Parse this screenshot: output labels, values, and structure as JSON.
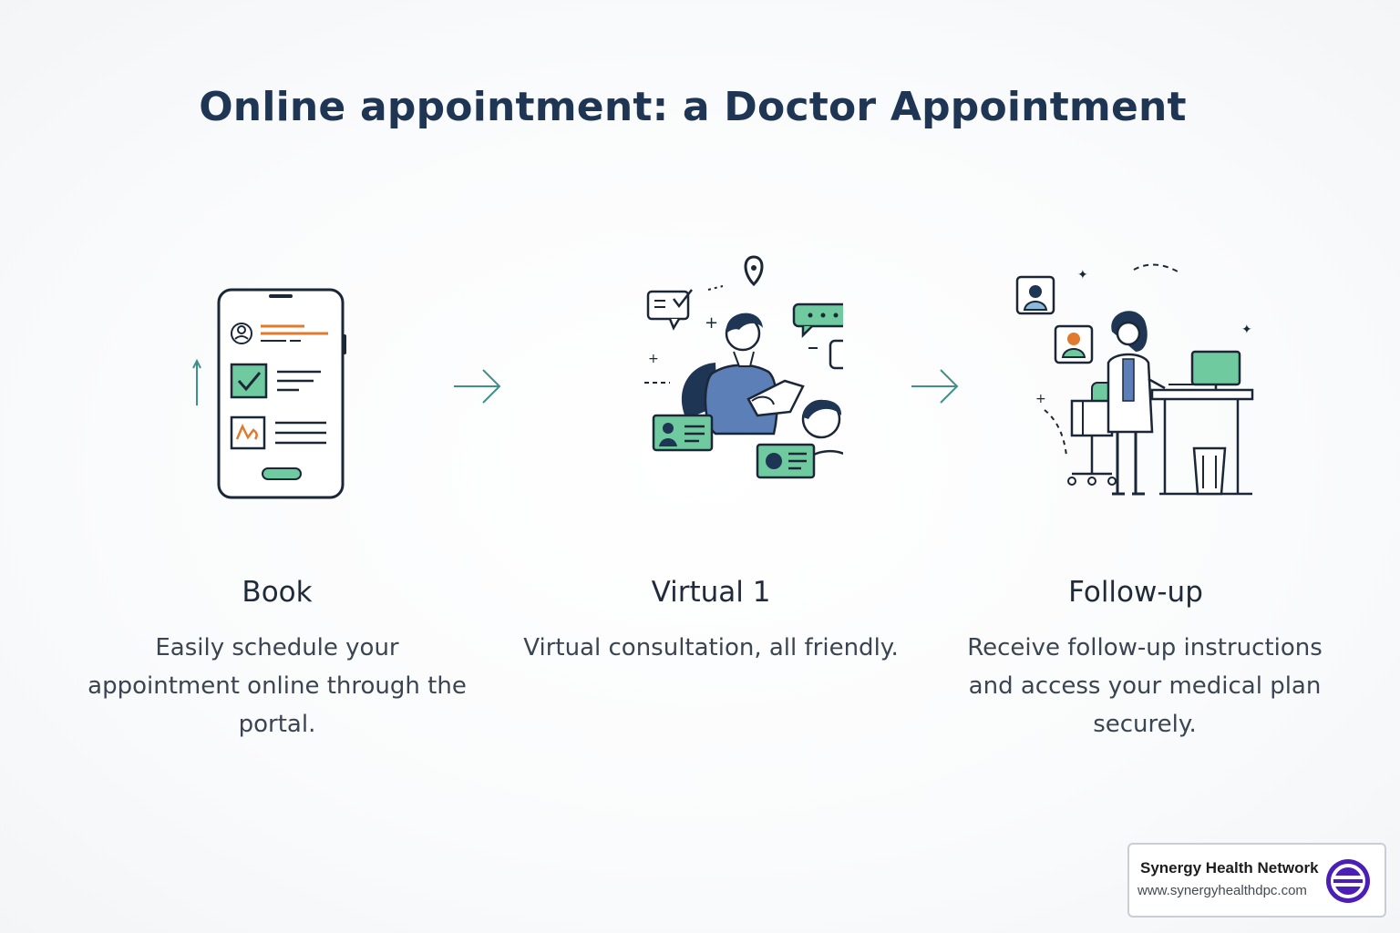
{
  "title": "Online appointment: a Doctor Appointment",
  "steps": [
    {
      "title": "Book",
      "description": "Easily schedule your appointment online through the portal.",
      "icon": "phone-booking-form-icon"
    },
    {
      "title": "Virtual 1",
      "description": "Virtual consultation, all friendly.",
      "icon": "video-consultation-icon"
    },
    {
      "title": "Follow-up",
      "description": "Receive follow-up instructions and access your medical plan securely.",
      "icon": "doctor-at-desk-icon"
    }
  ],
  "connector_icon": "arrow-right-icon",
  "badge": {
    "name": "Synergy Health Network",
    "url": "www.synergyhealthdpc.com",
    "logo": "synergy-logo-icon"
  },
  "colors": {
    "title": "#1f3554",
    "ink": "#1b2736",
    "accent_green": "#5fc496",
    "accent_teal": "#3f8f8a",
    "accent_orange": "#e07a2e",
    "accent_blue": "#5b7fb6",
    "badge_logo": "#4b1fb5"
  }
}
